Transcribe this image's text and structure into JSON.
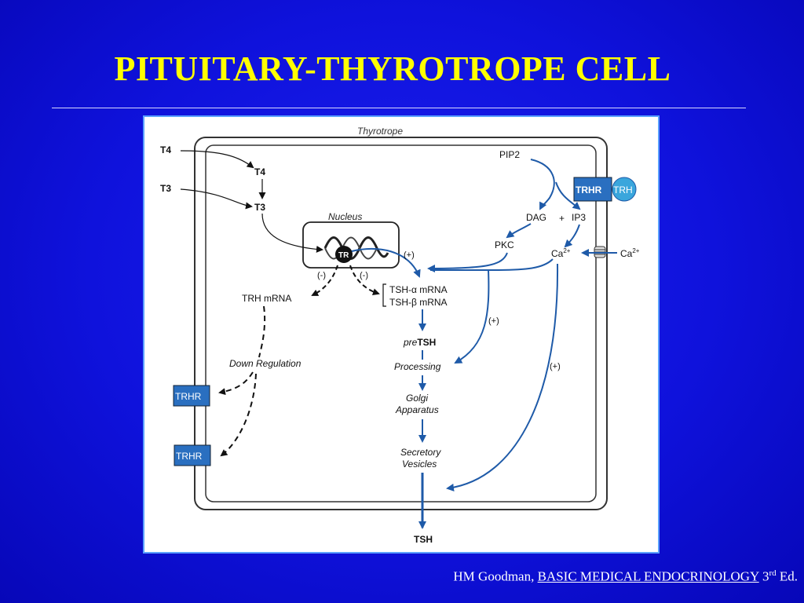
{
  "slide": {
    "title": "PITUITARY-THYROTROPE CELL",
    "background_color": "#0f12dc",
    "title_color": "#ffff00"
  },
  "diagram": {
    "cell_label": "Thyrotrope",
    "nucleus_label": "Nucleus",
    "tr_label": "TR",
    "hormones": {
      "t4": "T4",
      "t3": "T3"
    },
    "signaling": {
      "pip2": "PIP2",
      "dag": "DAG",
      "plus": "+",
      "ip3": "IP3",
      "pkc": "PKC",
      "ca_inside": "Ca",
      "ca_outside": "Ca",
      "ca_charge": "2+"
    },
    "receptor": {
      "trhr": "TRHR",
      "trh": "TRH"
    },
    "effects": {
      "positive": "(+)",
      "negative": "(-)"
    },
    "mrna": {
      "trh_mrna": "TRH mRNA",
      "tsh_alpha": "TSH-α mRNA",
      "tsh_beta": "TSH-β mRNA"
    },
    "pathway": {
      "pre": "pre",
      "pretsh_rest": "TSH",
      "processing": "Processing",
      "golgi_1": "Golgi",
      "golgi_2": "Apparatus",
      "secretory_1": "Secretory",
      "secretory_2": "Vesicles",
      "output": "TSH"
    },
    "down_regulation": "Down Regulation",
    "trhr_box_1": "TRHR",
    "trhr_box_2": "TRHR",
    "colors": {
      "pathway_blue": "#1e5aa8",
      "receptor_blue": "#2a6fc0",
      "trh_circle": "#3aa6dc"
    }
  },
  "credit": {
    "author": "HM Goodman, ",
    "book": "BASIC MEDICAL ENDOCRINOLOGY",
    "edition_num": " 3",
    "edition_sup": "rd",
    "edition_end": " Ed."
  }
}
